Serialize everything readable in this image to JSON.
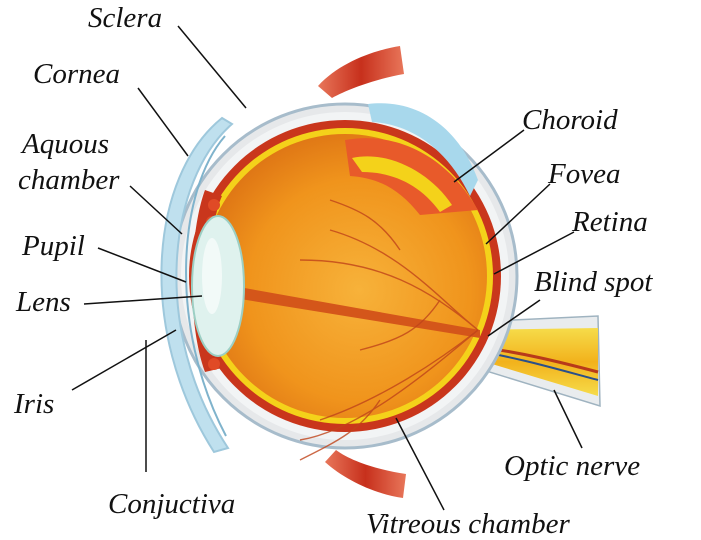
{
  "labels": {
    "sclera": "Sclera",
    "cornea": "Cornea",
    "aqueous_line1": "Aquous",
    "aqueous_line2": "chamber",
    "pupil": "Pupil",
    "lens": "Lens",
    "iris": "Iris",
    "conjunctiva": "Conjuctiva",
    "vitreous": "Vitreous chamber",
    "choroid": "Choroid",
    "fovea": "Fovea",
    "retina": "Retina",
    "blind_spot": "Blind spot",
    "optic_nerve": "Optic nerve"
  },
  "colors": {
    "vitreous": "#f0941c",
    "retina_layer": "#f4d21a",
    "choroid_layer": "#c9361c",
    "sclera_layer": "#e6e8ea",
    "cornea": "#bfe0ee",
    "lens": "#dff2ee",
    "muscle": "#d8442a",
    "vessel": "#c0441a"
  }
}
